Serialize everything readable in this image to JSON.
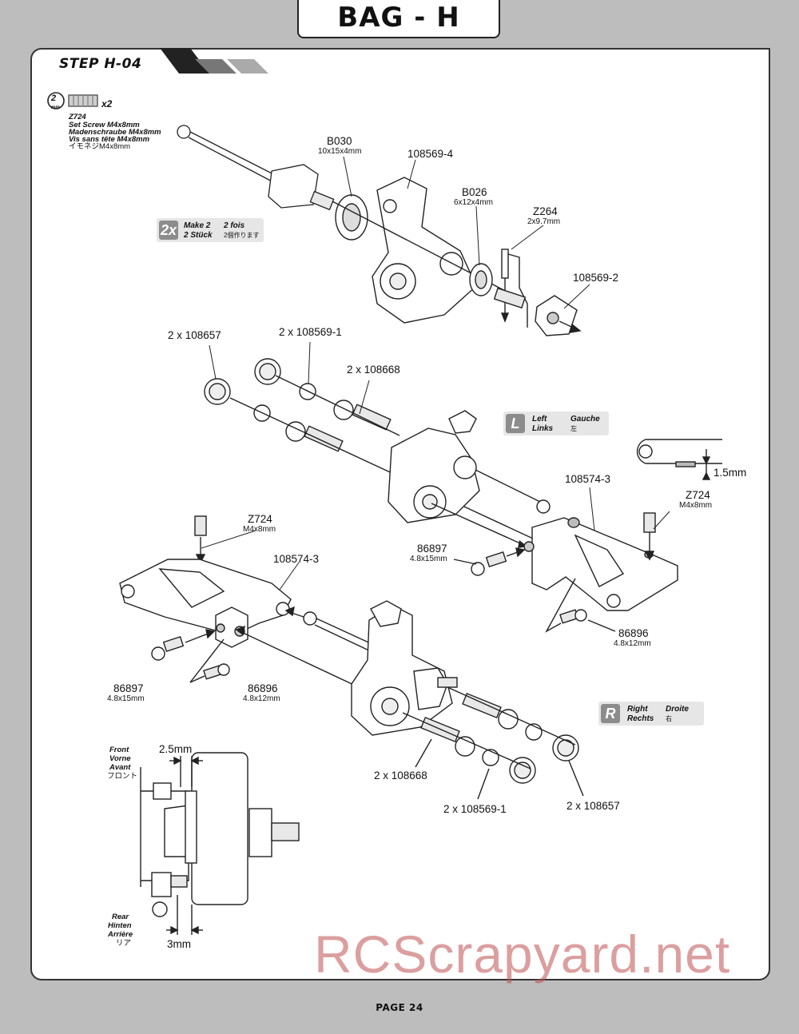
{
  "header": {
    "bag_title": "BAG - H",
    "step_title": "STEP H-04",
    "page": "PAGE 24"
  },
  "watermark": "RCScrapyard.net",
  "hardware": {
    "circle": "2",
    "circle_sub": "mm",
    "qty": "x2",
    "code": "Z724",
    "lines": [
      "Set Screw M4x8mm",
      "Madenschraube M4x8mm",
      "Vis sans tête M4x8mm",
      "イモネジM4x8mm"
    ]
  },
  "make2": {
    "mark": "2x",
    "line1a": "Make 2",
    "line1b": "2 fois",
    "line2a": "2 Stück",
    "line2b": "2個作ります"
  },
  "left_badge": {
    "mark": "L",
    "en": "Left",
    "de": "Links",
    "fr": "Gauche",
    "jp": "左"
  },
  "right_badge": {
    "mark": "R",
    "en": "Right",
    "de": "Rechts",
    "fr": "Droite",
    "jp": "右"
  },
  "parts": {
    "b030": {
      "code": "B030",
      "size": "10x15x4mm"
    },
    "p108569_4": "108569-4",
    "b026": {
      "code": "B026",
      "size": "6x12x4mm"
    },
    "z264": {
      "code": "Z264",
      "size": "2x9.7mm"
    },
    "p108569_2": "108569-2",
    "top_108657": "2 x 108657",
    "top_108569_1": "2 x 108569-1",
    "top_108668": "2 x 108668",
    "r_108574_3": "108574-3",
    "r_z724": {
      "code": "Z724",
      "size": "M4x8mm"
    },
    "dim_1_5": "1.5mm",
    "r_86897": {
      "code": "86897",
      "size": "4.8x15mm"
    },
    "r_86896": {
      "code": "86896",
      "size": "4.8x12mm"
    },
    "l_z724": {
      "code": "Z724",
      "size": "M4x8mm"
    },
    "l_108574_3": "108574-3",
    "l_86897": {
      "code": "86897",
      "size": "4.8x15mm"
    },
    "l_86896": {
      "code": "86896",
      "size": "4.8x12mm"
    },
    "bot_108668": "2 x 108668",
    "bot_108569_1": "2 x 108569-1",
    "bot_108657": "2 x 108657"
  },
  "detail": {
    "front": [
      "Front",
      "Vorne",
      "Avant",
      "フロント"
    ],
    "rear": [
      "Rear",
      "Hinten",
      "Arrière",
      "リア"
    ],
    "dim_front": "2.5mm",
    "dim_rear": "3mm"
  }
}
